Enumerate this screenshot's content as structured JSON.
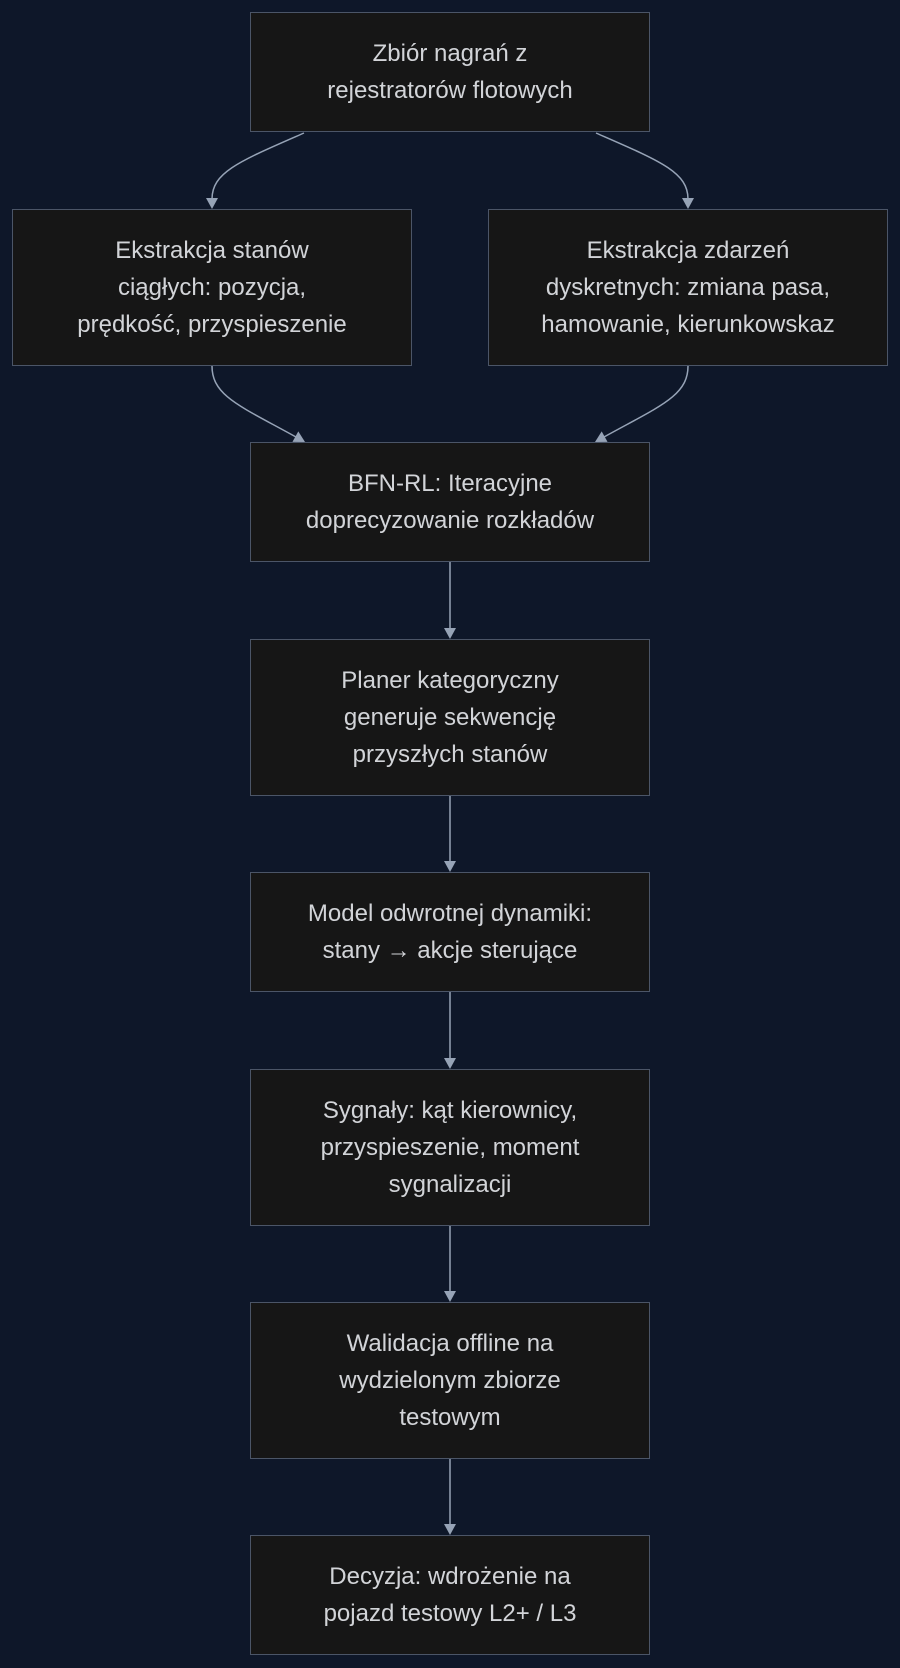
{
  "nodes": {
    "source": [
      "Zbiór nagrań z",
      "rejestratorów flotowych"
    ],
    "continuous": [
      "Ekstrakcja stanów",
      "ciągłych: pozycja,",
      "prędkość, przyspieszenie"
    ],
    "discrete": [
      "Ekstrakcja zdarzeń",
      "dyskretnych: zmiana pasa,",
      "hamowanie, kierunkowskaz"
    ],
    "bfn": [
      "BFN-RL: Iteracyjne",
      "doprecyzowanie rozkładów"
    ],
    "planner": [
      "Planer kategoryczny",
      "generuje sekwencję",
      "przyszłych stanów"
    ],
    "inverse": [
      "Model odwrotnej dynamiki:",
      "stany → akcje sterujące"
    ],
    "signals": [
      "Sygnały: kąt kierownicy,",
      "przyspieszenie, moment",
      "sygnalizacji"
    ],
    "validation": [
      "Walidacja offline na",
      "wydzielonym zbiorze",
      "testowym"
    ],
    "decision": [
      "Decyzja: wdrożenie na",
      "pojazd testowy L2+ / L3"
    ]
  },
  "edges": [
    [
      "source",
      "continuous"
    ],
    [
      "source",
      "discrete"
    ],
    [
      "continuous",
      "bfn"
    ],
    [
      "discrete",
      "bfn"
    ],
    [
      "bfn",
      "planner"
    ],
    [
      "planner",
      "inverse"
    ],
    [
      "inverse",
      "signals"
    ],
    [
      "signals",
      "validation"
    ],
    [
      "validation",
      "decision"
    ]
  ]
}
